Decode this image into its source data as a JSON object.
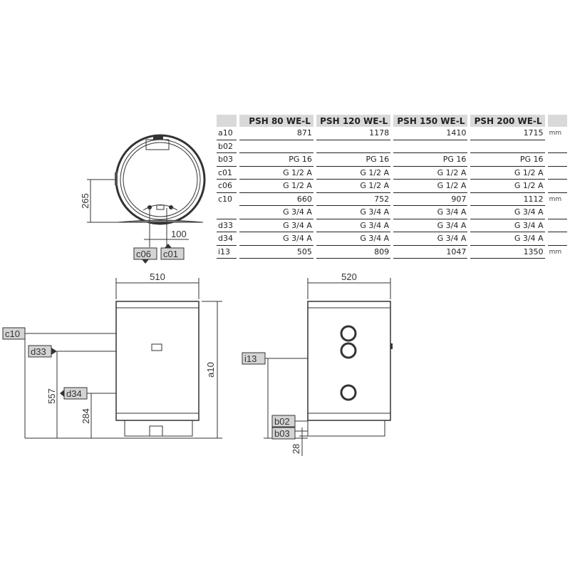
{
  "table": {
    "headers": [
      "PSH 80 WE-L",
      "PSH 120 WE-L",
      "PSH 150 WE-L",
      "PSH 200 WE-L"
    ],
    "rows": [
      {
        "label": "a10",
        "values": [
          "871",
          "1178",
          "1410",
          "1715"
        ],
        "unit": "mm"
      },
      {
        "label": "b02",
        "values": [
          "",
          "",
          "",
          ""
        ],
        "unit": ""
      },
      {
        "label": "b03",
        "values": [
          "PG 16",
          "PG 16",
          "PG 16",
          "PG 16"
        ],
        "unit": ""
      },
      {
        "label": "c01",
        "values": [
          "G 1/2 A",
          "G 1/2 A",
          "G 1/2 A",
          "G 1/2 A"
        ],
        "unit": ""
      },
      {
        "label": "c06",
        "values": [
          "G 1/2 A",
          "G 1/2 A",
          "G 1/2 A",
          "G 1/2 A"
        ],
        "unit": ""
      },
      {
        "label": "c10",
        "values": [
          "660",
          "752",
          "907",
          "1112"
        ],
        "unit": "mm"
      },
      {
        "label": "",
        "values": [
          "G 3/4 A",
          "G 3/4 A",
          "G 3/4 A",
          "G 3/4 A"
        ],
        "unit": ""
      },
      {
        "label": "d33",
        "values": [
          "G 3/4 A",
          "G 3/4 A",
          "G 3/4 A",
          "G 3/4 A"
        ],
        "unit": ""
      },
      {
        "label": "d34",
        "values": [
          "G 3/4 A",
          "G 3/4 A",
          "G 3/4 A",
          "G 3/4 A"
        ],
        "unit": ""
      },
      {
        "label": "i13",
        "values": [
          "505",
          "809",
          "1047",
          "1350"
        ],
        "unit": "mm"
      }
    ]
  },
  "drawing": {
    "top_view": {
      "height_dim": "265",
      "spacing_dim": "100",
      "label_left": "c06",
      "label_right": "c01"
    },
    "front_view": {
      "width_dim": "510",
      "height_dim": "a10",
      "c10": "c10",
      "d33": "d33",
      "d34": "d34",
      "dim_557": "557",
      "dim_284": "284"
    },
    "side_view": {
      "width_dim": "520",
      "i13": "i13",
      "b02": "b02",
      "b03": "b03",
      "dim_28": "28"
    }
  }
}
